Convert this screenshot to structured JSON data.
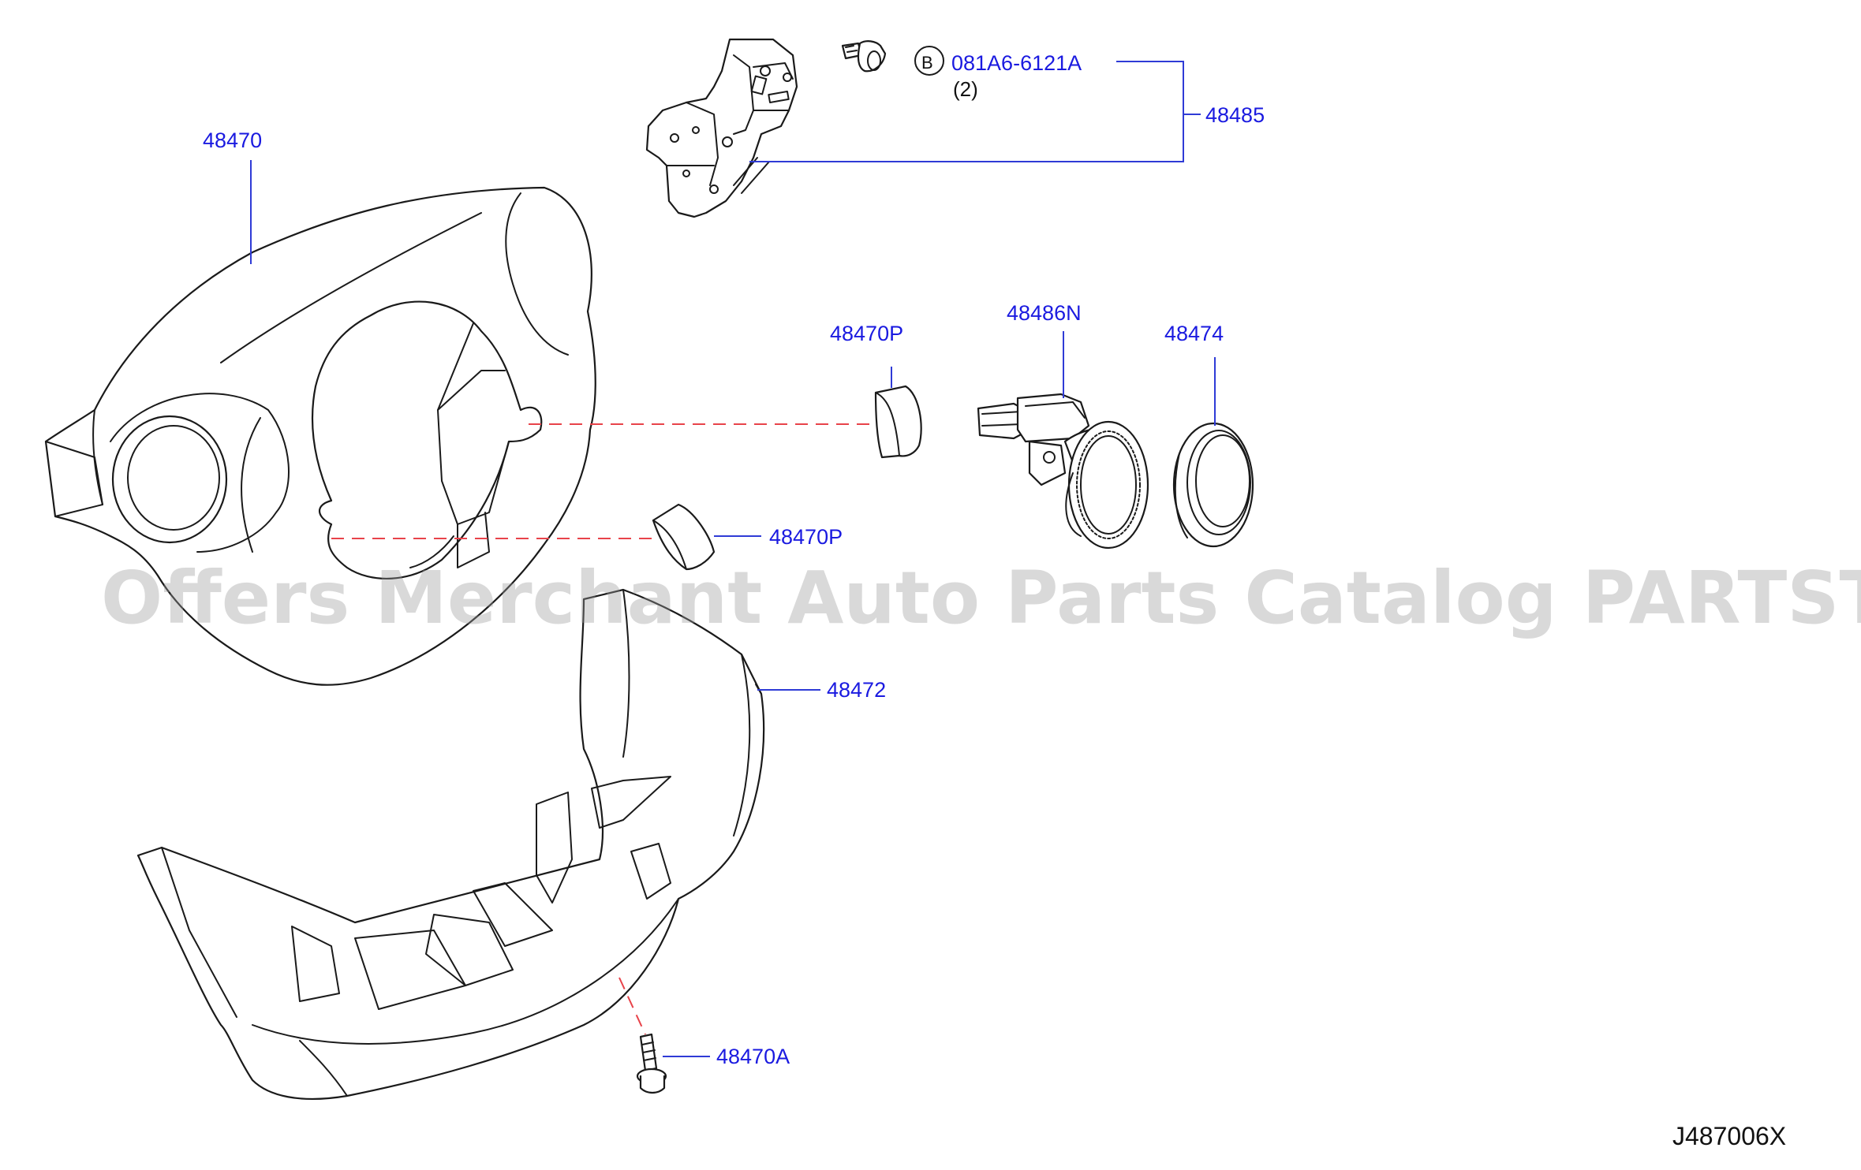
{
  "callouts": {
    "p48470": "48470",
    "p48485": "48485",
    "bolt_part": "081A6-6121A",
    "bolt_qty": "(2)",
    "bolt_ref": "B",
    "p48470P_top": "48470P",
    "p48470P_bottom": "48470P",
    "p48486N": "48486N",
    "p48474": "48474",
    "p48472": "48472",
    "p48470A": "48470A"
  },
  "watermark": "Offers Merchant Auto Parts Catalog PARTSTORE.SA",
  "diagram_code": "J487006X",
  "colors": {
    "label": "#1a1ae0",
    "leader": "#2f3bd6",
    "dash": "#e8434a",
    "stroke": "#1a1a1a"
  }
}
